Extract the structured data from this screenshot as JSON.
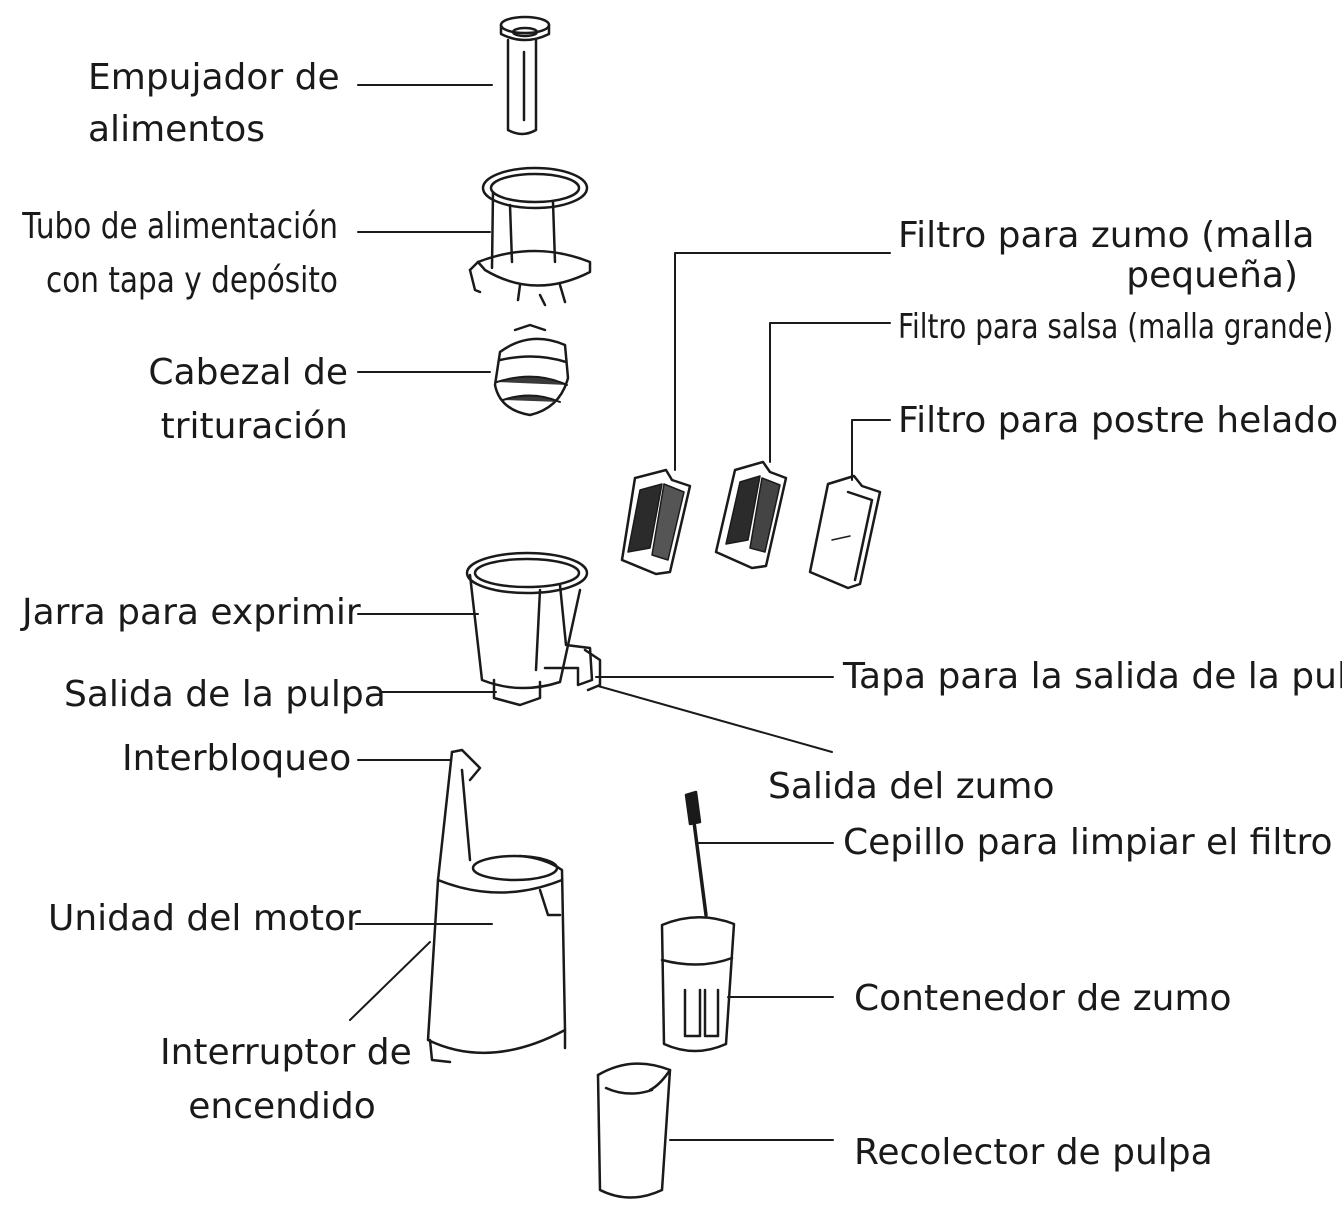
{
  "labels": {
    "food_pusher": [
      "Empujador de",
      "alimentos"
    ],
    "feed_tube": [
      "Tubo de alimentación",
      "con tapa y depósito"
    ],
    "crushing_head": [
      "Cabezal de",
      "trituración"
    ],
    "juice_filter": [
      "Filtro para zumo (malla",
      "pequeña)"
    ],
    "sauce_filter": "Filtro para salsa (malla grande)",
    "frozen_dessert_filter": "Filtro para postre helado",
    "juicing_jug": "Jarra para exprimir",
    "pulp_outlet": "Salida de la pulpa",
    "pulp_outlet_cap": "Tapa para la salida de la pulpa",
    "interlock": "Interbloqueo",
    "juice_outlet": "Salida del zumo",
    "filter_brush": "Cepillo para limpiar el filtro",
    "motor_unit": "Unidad del motor",
    "juice_container": "Contenedor de zumo",
    "power_switch": [
      "Interruptor de",
      "encendido"
    ],
    "pulp_collector": "Recolector de pulpa"
  }
}
